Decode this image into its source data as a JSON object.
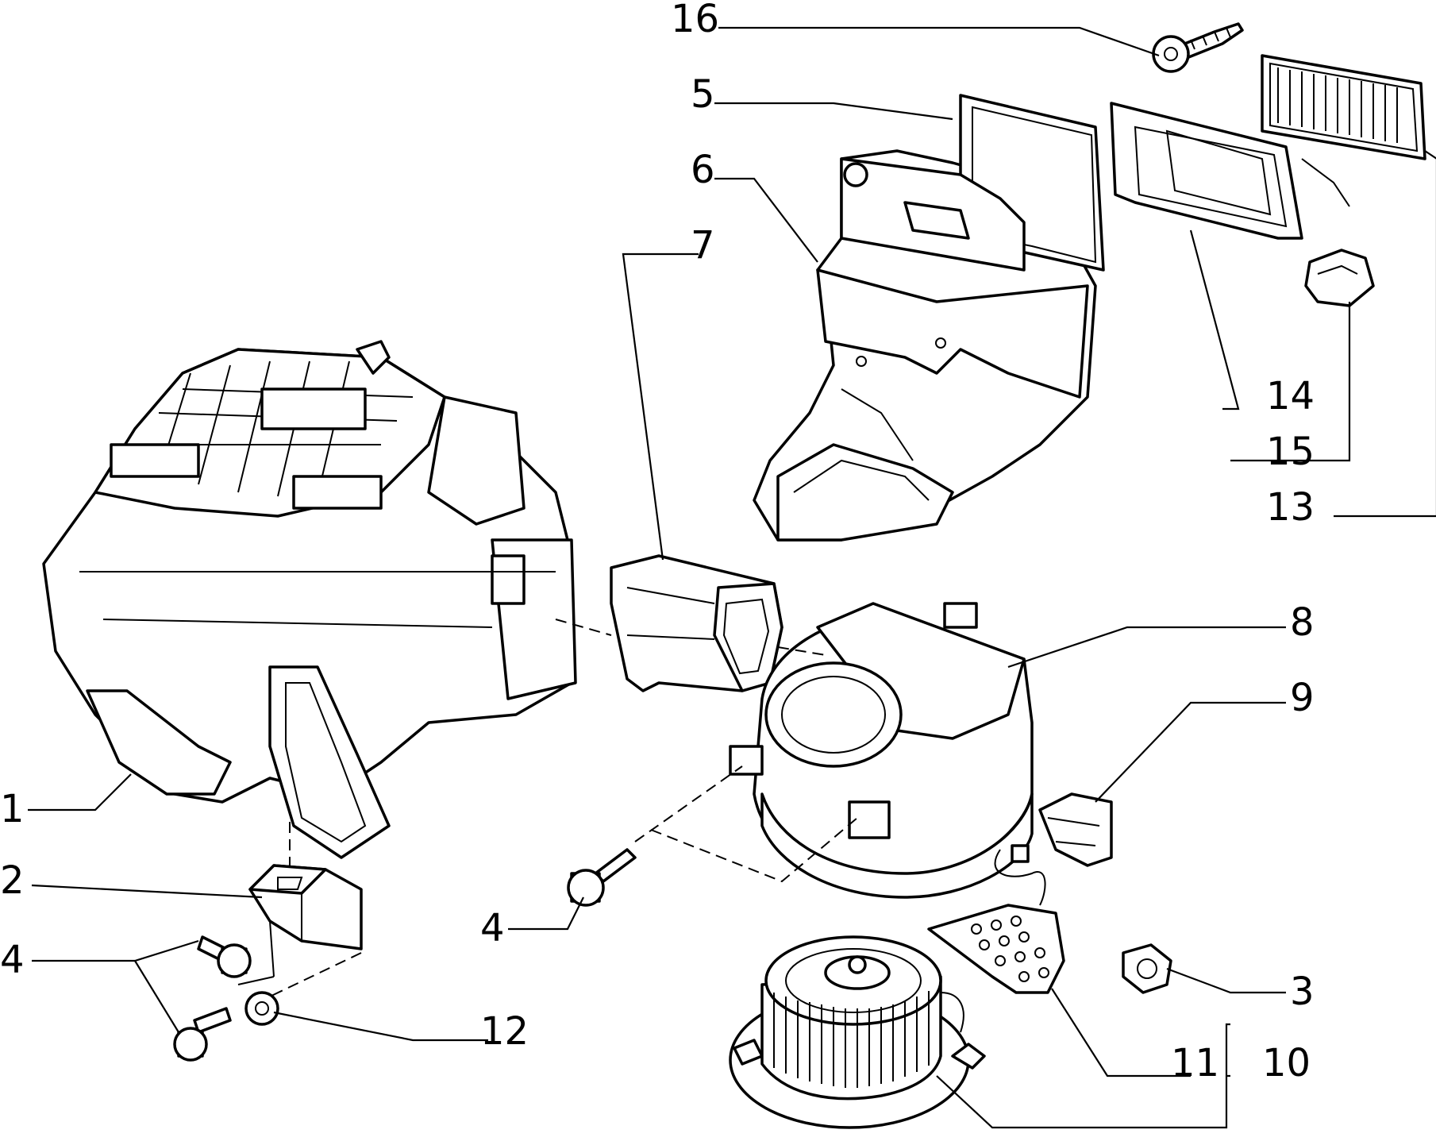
{
  "callouts": [
    {
      "id": "c1",
      "label": "1"
    },
    {
      "id": "c2",
      "label": "2"
    },
    {
      "id": "c3",
      "label": "3"
    },
    {
      "id": "c4a",
      "label": "4"
    },
    {
      "id": "c4b",
      "label": "4"
    },
    {
      "id": "c5",
      "label": "5"
    },
    {
      "id": "c6",
      "label": "6"
    },
    {
      "id": "c7",
      "label": "7"
    },
    {
      "id": "c8",
      "label": "8"
    },
    {
      "id": "c9",
      "label": "9"
    },
    {
      "id": "c10",
      "label": "10"
    },
    {
      "id": "c11",
      "label": "11"
    },
    {
      "id": "c12",
      "label": "12"
    },
    {
      "id": "c13",
      "label": "13"
    },
    {
      "id": "c14",
      "label": "14"
    },
    {
      "id": "c15",
      "label": "15"
    },
    {
      "id": "c16",
      "label": "16"
    }
  ]
}
